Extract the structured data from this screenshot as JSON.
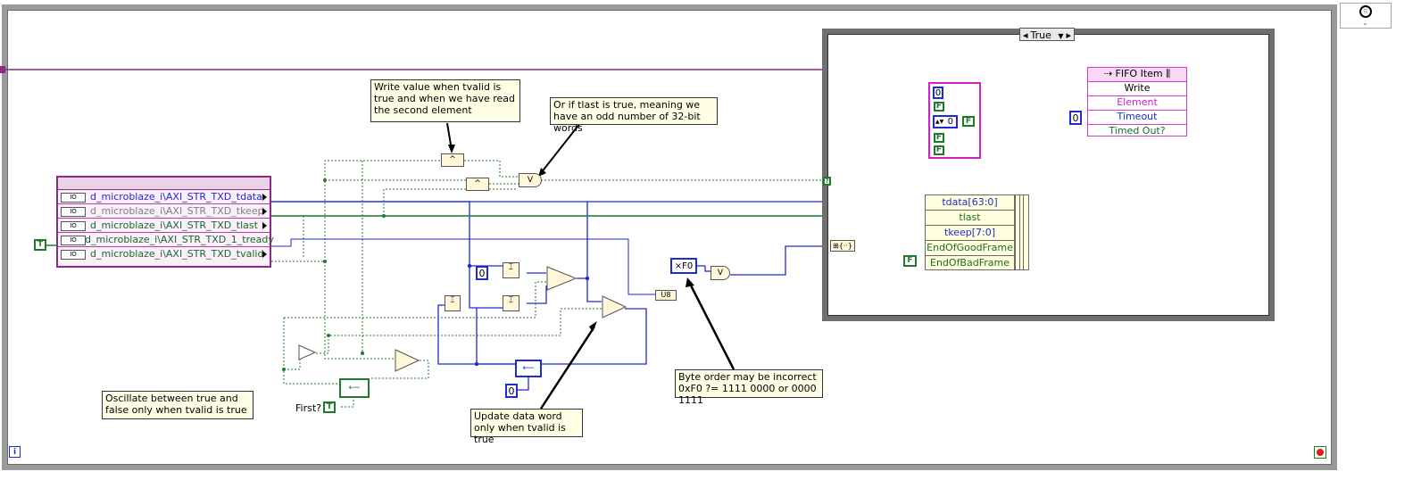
{
  "case_selector": {
    "value": "True"
  },
  "notes": {
    "write_value": "Write value when tvalid is true and when we have read the second element",
    "tlast": "Or if tlast is true, meaning we have an odd number of 32-bit words",
    "oscillate": "Oscillate between true and false only when tvalid is true",
    "update": "Update data word only when tvalid is true",
    "byte_order": "Byte order may be incorrect 0xF0 ?= 1111 0000 or 0000 1111"
  },
  "io_cluster": {
    "rows": [
      {
        "label": "d_microblaze_i\\AXI_STR_TXD_tdata",
        "color": "#1e2bd0"
      },
      {
        "label": "d_microblaze_i\\AXI_STR_TXD_tkeep",
        "color": "#808080"
      },
      {
        "label": "d_microblaze_i\\AXI_STR_TXD_tlast",
        "color": "#1c6a2a"
      },
      {
        "label": "d_microblaze_i\\AXI_STR_TXD_1_tready",
        "color": "#1c6a2a"
      },
      {
        "label": "d_microblaze_i\\AXI_STR_TXD_tvalid",
        "color": "#1c6a2a"
      }
    ]
  },
  "bundle": {
    "rows": [
      {
        "label": "tdata[63:0]",
        "color": "#1e2bd0"
      },
      {
        "label": "tlast",
        "color": "#1c6a2a"
      },
      {
        "label": "tkeep[7:0]",
        "color": "#1e2bd0"
      },
      {
        "label": "EndOfGoodFrame",
        "color": "#1c6a2a"
      },
      {
        "label": "EndOfBadFrame",
        "color": "#1c6a2a"
      }
    ]
  },
  "fifo": {
    "title": "FIFO Item",
    "rows": [
      {
        "label": "Write",
        "color": "#000000"
      },
      {
        "label": "Element",
        "color": "#d21ec7"
      },
      {
        "label": "Timeout",
        "color": "#1e2bd0"
      },
      {
        "label": "Timed Out?",
        "color": "#1c6a2a"
      }
    ]
  },
  "constants": {
    "hex_f0": "F0",
    "zero_a": "0",
    "zero_b": "0",
    "zero_c": "0",
    "zero_d": "0",
    "zero_e": "0",
    "u8": "U8",
    "first_label": "First?",
    "true": "T",
    "false": "F",
    "and_glyph": "^",
    "or_glyph": "V",
    "info": "i"
  }
}
